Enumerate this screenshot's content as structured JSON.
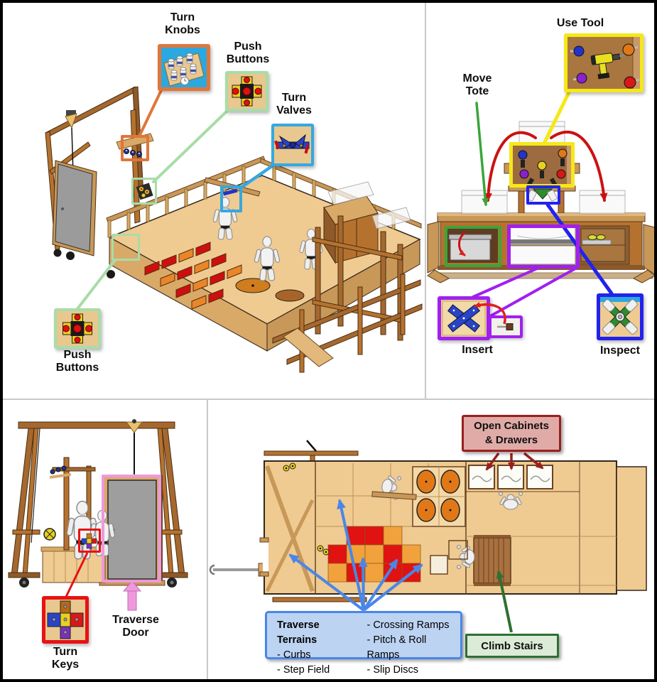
{
  "figure_name": "robot-test-apparatus-task-figure",
  "colors": {
    "orange_callout": "#E0763A",
    "light_green_callout": "#A8DCA8",
    "cyan_callout": "#35A8E0",
    "yellow_callout": "#F5E818",
    "green_arrow": "#3AA53A",
    "purple_callout": "#A020F0",
    "blue_callout": "#2222EE",
    "red_callout": "#E81212",
    "pink_callout": "#EE99DD",
    "dark_red_callout": "#9A1F1F",
    "blue_arrow": "#4A86E8",
    "dark_green_callout": "#2F7030",
    "wood_light": "#EFCB92",
    "wood_beam": "#B5722F"
  },
  "panels": {
    "iso": {
      "labels": {
        "turn_knobs": "Turn\nKnobs",
        "push_buttons_top": "Push\nButtons",
        "turn_valves": "Turn\nValves",
        "push_buttons_bottom": "Push\nButtons"
      }
    },
    "bench": {
      "labels": {
        "use_tool": "Use Tool",
        "move_tote": "Move\nTote",
        "insert": "Insert",
        "inspect": "Inspect"
      }
    },
    "door": {
      "labels": {
        "turn_keys": "Turn\nKeys",
        "traverse_door": "Traverse\nDoor"
      }
    },
    "top": {
      "labels": {
        "open_cabinets": "Open Cabinets\n& Drawers",
        "climb_stairs": "Climb Stairs"
      },
      "terrains": {
        "title": "Traverse Terrains",
        "items": [
          "- Curbs",
          "- Step Field",
          "- Crossing Ramps",
          "- Pitch & Roll Ramps",
          "- Slip Discs"
        ]
      }
    }
  }
}
